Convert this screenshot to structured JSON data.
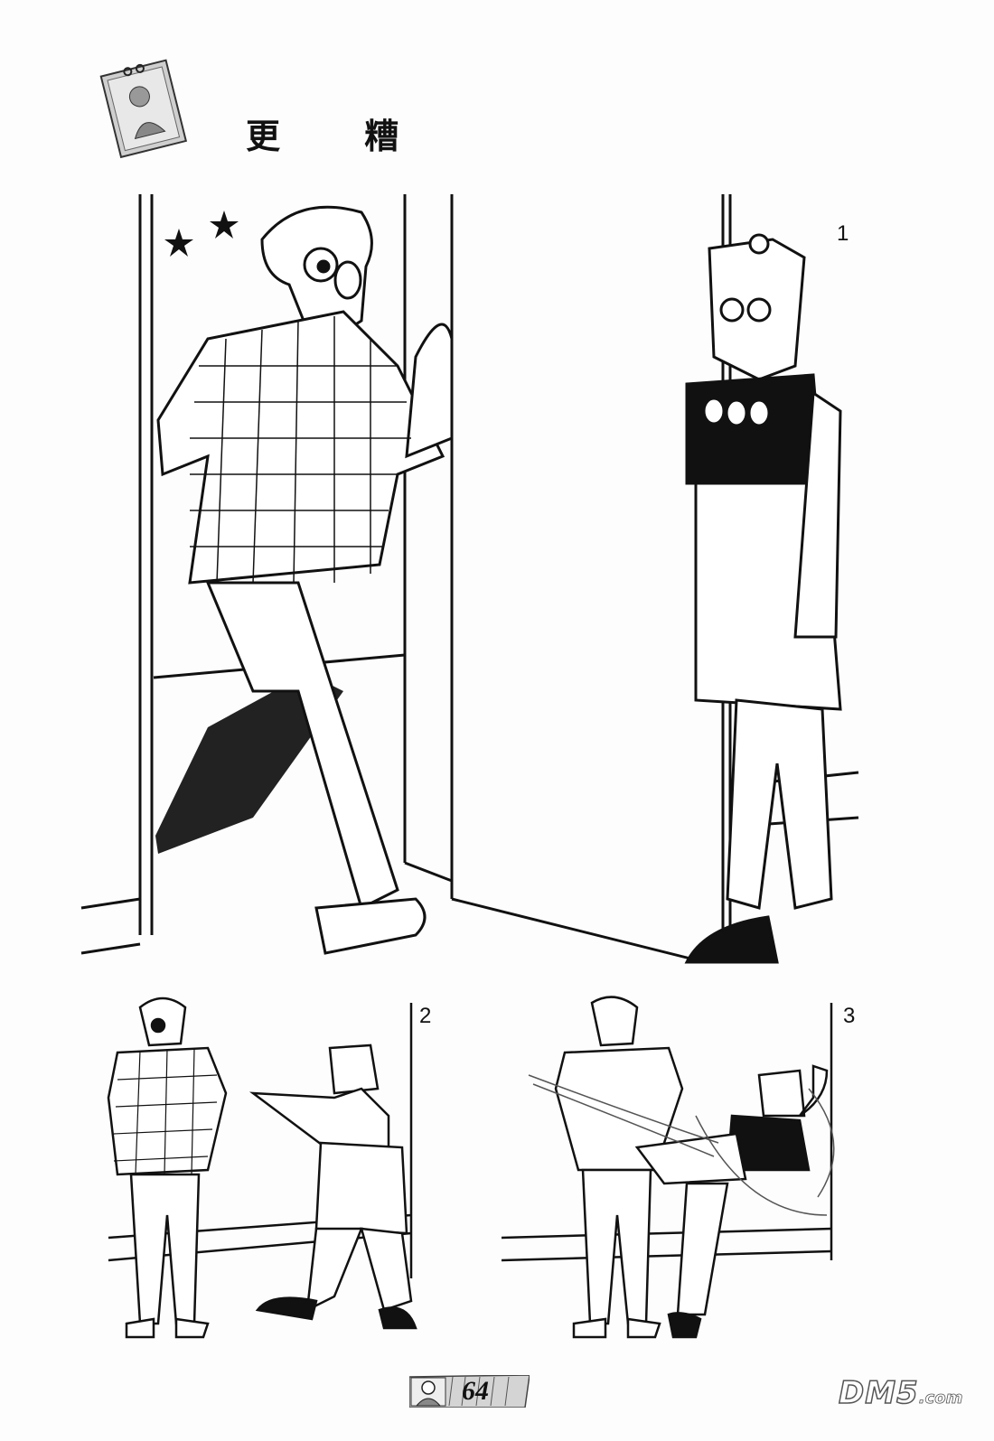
{
  "header": {
    "title": "更  糟",
    "icon": "calendar-icon"
  },
  "panels": [
    {
      "number": "1"
    },
    {
      "number": "2"
    },
    {
      "number": "3"
    }
  ],
  "footer": {
    "page_number": "64",
    "badge_icon": "character-portrait-icon"
  },
  "watermark": {
    "brand": "DM5",
    "suffix": ".com"
  }
}
